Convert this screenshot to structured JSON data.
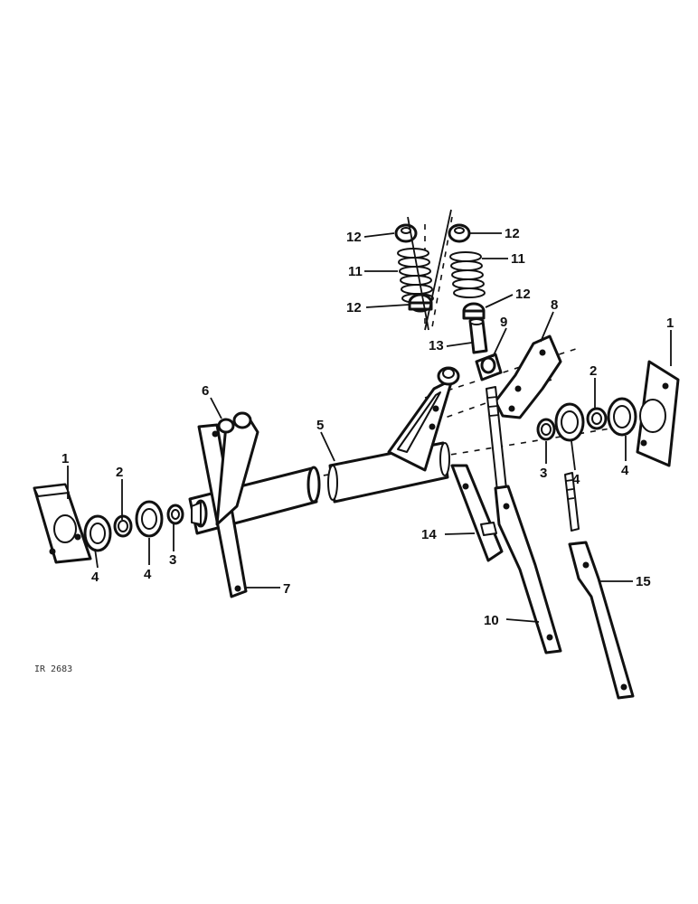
{
  "diagram": {
    "type": "exploded-parts-view",
    "figure_id": "IR  2683",
    "callouts": {
      "c1_left": "1",
      "c1_right": "1",
      "c2_left": "2",
      "c2_right": "2",
      "c3_left": "3",
      "c3_right": "3",
      "c4_a": "4",
      "c4_b": "4",
      "c4_c": "4",
      "c4_d": "4",
      "c5": "5",
      "c6": "6",
      "c7": "7",
      "c8": "8",
      "c9": "9",
      "c10": "10",
      "c11_left": "11",
      "c11_right": "11",
      "c12_a": "12",
      "c12_b": "12",
      "c12_c": "12",
      "c12_d": "12",
      "c13": "13",
      "c14": "14",
      "c15": "15"
    }
  }
}
